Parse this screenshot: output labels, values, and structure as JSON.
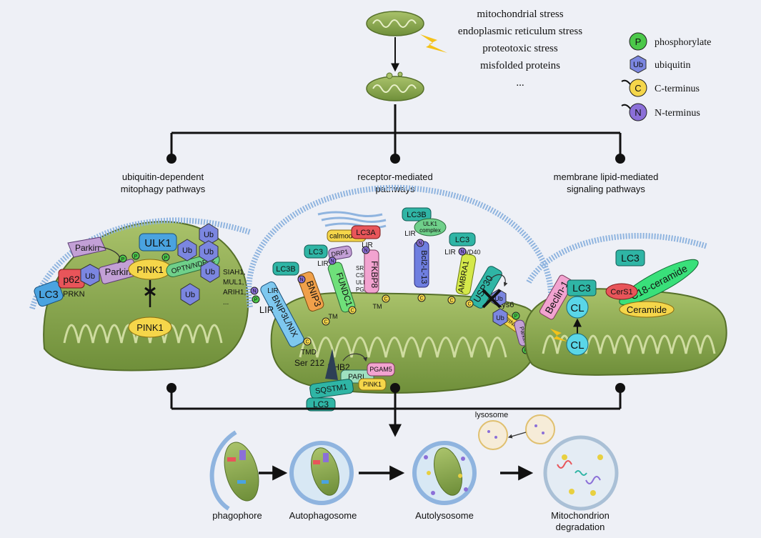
{
  "stresses": [
    "mitochondrial stress",
    "endoplasmic reticulum stress",
    "proteotoxic stress",
    "misfolded proteins",
    "..."
  ],
  "legend": [
    {
      "symbol": "P",
      "label": "phosphorylate",
      "color": "#4cc84a"
    },
    {
      "symbol": "Ub",
      "label": "ubiquitin",
      "color": "#7b86e0"
    },
    {
      "symbol": "C",
      "label": "C-terminus",
      "color": "#f5d64a"
    },
    {
      "symbol": "N",
      "label": "N-terminus",
      "color": "#8b6fd8"
    }
  ],
  "pathways": [
    {
      "title_lines": [
        "ubiquitin-dependent",
        "mitophagy pathways"
      ]
    },
    {
      "title_lines": [
        "receptor-mediated",
        "pathways"
      ]
    },
    {
      "title_lines": [
        "membrane lipid-mediated",
        "signaling pathways"
      ]
    }
  ],
  "left_panel": {
    "lc3": "LC3",
    "p62": "p62",
    "ub": "Ub",
    "parkin": "Parkin",
    "parkin_free": "Parkin",
    "prkn": "PRKN",
    "pink1": "PINK1",
    "pink1_inner": "PINK1",
    "ulk1": "ULK1",
    "optn": "OPTN/NDP52",
    "p": "P",
    "ligases": [
      "SIAH1,",
      "MUL1,",
      "ARIH1,",
      "..."
    ]
  },
  "middle_panel": {
    "lir": "LIR",
    "tm": "TM",
    "tmd": "TMD",
    "n": "N",
    "c": "C",
    "p": "P",
    "ub": "Ub",
    "bnip3l": "BNIP3L/NIX",
    "lc3b": "LC3B",
    "bnip3": "BNIP3",
    "lc3": "LC3",
    "drp1": "DRP1",
    "calmodulin": "calmodulin",
    "fundc1": "FUNDC1",
    "kinases": [
      "SRC,",
      "CSNK2,",
      "ULK1,",
      "PGAM5,"
    ],
    "lc3a": "LC3A",
    "fkbp8": "FKBP8",
    "lc3b2": "LC3B",
    "ulk1_complex": [
      "ULK1",
      "complex"
    ],
    "bcl2l13": "Bcl2-L-13",
    "lc3_2": "LC3",
    "wd40": "WD40",
    "ambra1": "AMBRA1",
    "usp30": "USP30",
    "lys6": "Lys6",
    "pink1": "PINK1",
    "parkin": "Parkin",
    "ser212": "Ser 212",
    "phb2": "PHB2",
    "parl": "PARL",
    "pgam5": "PGAM5",
    "pink1_b": "PINK1",
    "sqstm1": "SQSTM1",
    "lc3_bottom": "LC3"
  },
  "right_panel": {
    "lc3_top": "LC3",
    "c18": "C18-ceramide",
    "cers1": "CerS1",
    "ceramide": "Ceramide",
    "beclin": "Beclin-1",
    "lc3": "LC3",
    "cl_top": "CL",
    "cl_bottom": "CL"
  },
  "stages": [
    "phagophore",
    "Autophagosome",
    "Autolysosome",
    [
      "Mitochondrion",
      "degradation"
    ]
  ],
  "lysosome_label": "lysosome"
}
